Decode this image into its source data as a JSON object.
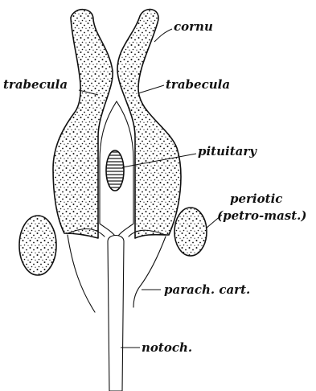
{
  "labels": {
    "cornu": "cornu",
    "trabecula_left": "trabecula",
    "trabecula_right": "trabecula",
    "pituitary": "pituitary",
    "periotic": "periotic",
    "periotic_sub": "(petro-mast.)",
    "parachordal": "parach. cart.",
    "notochord": "notoch."
  },
  "colors": {
    "ink": "#111111",
    "paper": "#ffffff"
  }
}
